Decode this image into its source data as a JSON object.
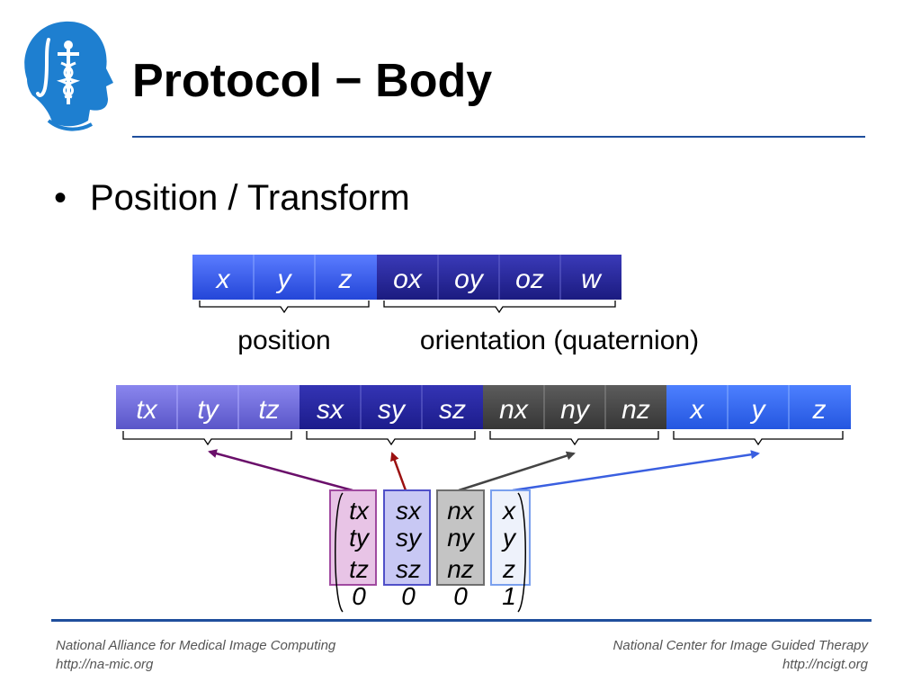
{
  "title": "Protocol − Body",
  "bullet": {
    "symbol": "•",
    "text": "Position / Transform"
  },
  "position_packet": {
    "cells": [
      "x",
      "y",
      "z",
      "ox",
      "oy",
      "oz",
      "w"
    ],
    "labels": {
      "position": "position",
      "orientation": "orientation (quaternion)"
    }
  },
  "transform_packet": {
    "cells": [
      "tx",
      "ty",
      "tz",
      "sx",
      "sy",
      "sz",
      "nx",
      "ny",
      "nz",
      "x",
      "y",
      "z"
    ]
  },
  "matrix": {
    "columns": [
      [
        "tx",
        "ty",
        "tz",
        "0"
      ],
      [
        "sx",
        "sy",
        "sz",
        "0"
      ],
      [
        "nx",
        "ny",
        "nz",
        "0"
      ],
      [
        "x",
        "y",
        "z",
        "1"
      ]
    ]
  },
  "colors": {
    "blue": "#2f54e8",
    "navy": "#242494",
    "lavender": "#6a66d8",
    "indigo": "#2626a0",
    "gray": "#444444",
    "bright_blue": "#2e66ee",
    "arrow_purple": "#6a0f6a",
    "arrow_red": "#9b1010",
    "arrow_gray": "#444444",
    "arrow_blue": "#3a5fe0",
    "rule": "#1f4e9c"
  },
  "icons": {
    "logo": "head-profile-caduceus-logo"
  },
  "footer": {
    "left_line1": "National Alliance for Medical Image Computing",
    "left_line2": "http://na-mic.org",
    "right_line1": "National Center for Image Guided Therapy",
    "right_line2": "http://ncigt.org"
  }
}
